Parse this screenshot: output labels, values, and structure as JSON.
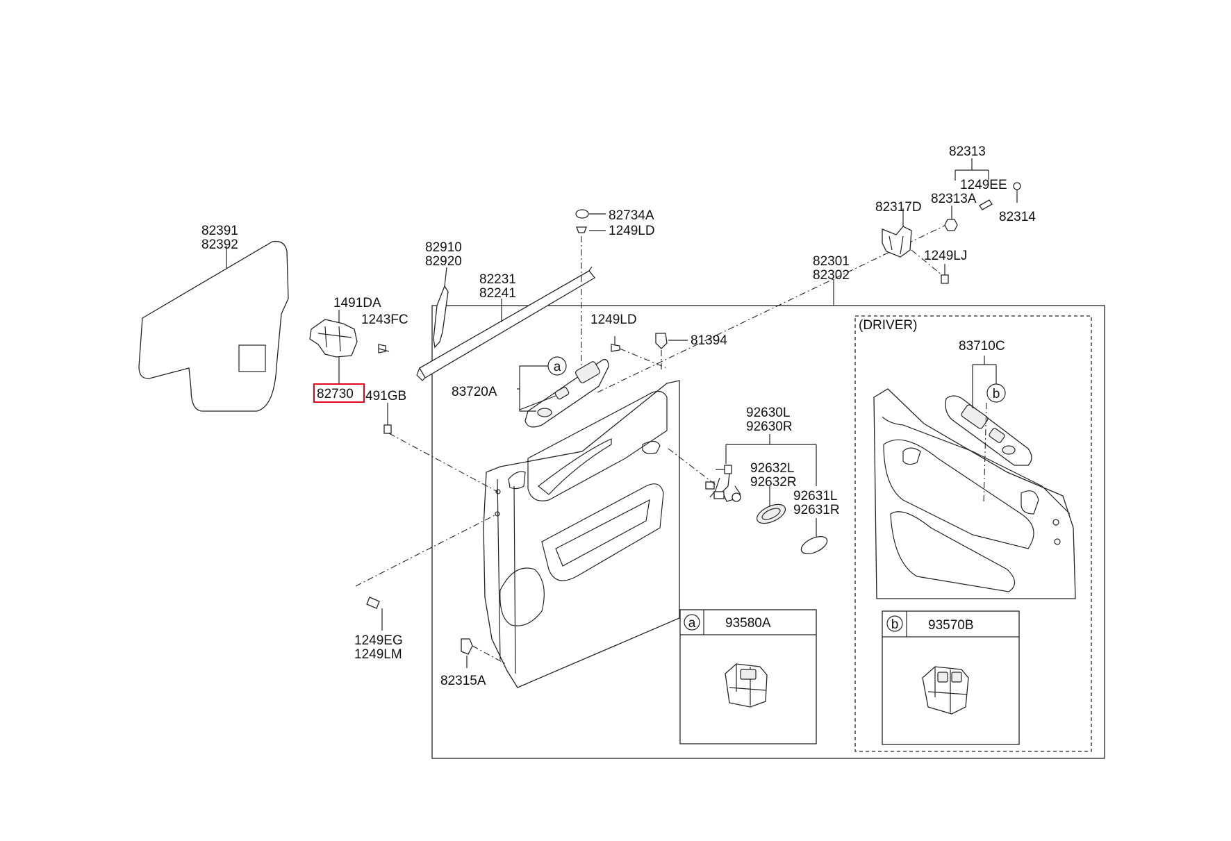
{
  "labels": {
    "l82391": "82391",
    "l82392": "82392",
    "l1491DA": "1491DA",
    "l1243FC": "1243FC",
    "l82730": "82730",
    "l491GB": "491GB",
    "l82910": "82910",
    "l82920": "82920",
    "l82231": "82231",
    "l82241": "82241",
    "l82734A": "82734A",
    "l1249LD_top": "1249LD",
    "l1249LD_mid": "1249LD",
    "l81394": "81394",
    "l83720A": "83720A",
    "l82313": "82313",
    "l1249EE": "1249EE",
    "l82313A": "82313A",
    "l82317D": "82317D",
    "l82314": "82314",
    "l82301": "82301",
    "l82302": "82302",
    "l1249LJ": "1249LJ",
    "l92630L": "92630L",
    "l92630R": "92630R",
    "l92632L": "92632L",
    "l92632R": "92632R",
    "l92631L": "92631L",
    "l92631R": "92631R",
    "l1249EG": "1249EG",
    "l1249LM": "1249LM",
    "l82315A": "82315A",
    "l83710C": "83710C",
    "l93580A": "93580A",
    "l93570B": "93570B"
  },
  "driver_label": "(DRIVER)",
  "callouts": {
    "a": "a",
    "b": "b"
  },
  "highlight_color": "#e0001b"
}
